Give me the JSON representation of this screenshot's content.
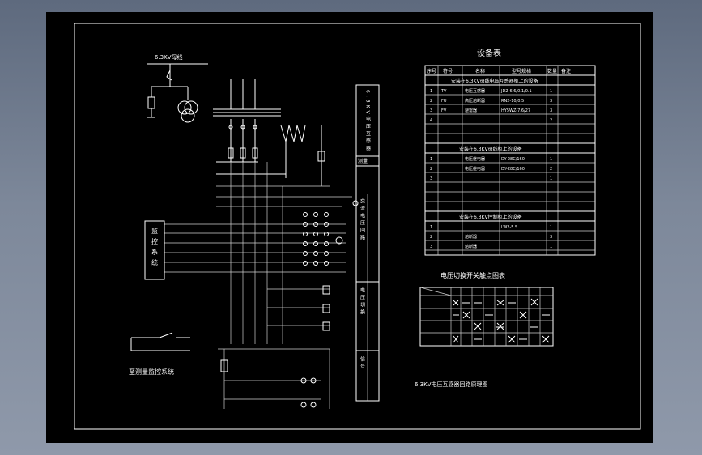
{
  "colors": {
    "background": "#7d889a",
    "sheet": "#000000",
    "line": "#ffffff"
  },
  "circuit": {
    "bus_label": "6.3KV母线",
    "monitor_box": "监控系统",
    "right_panel_main": "6.3KV电压互感器",
    "right_panel_sub1": "测量",
    "right_panel_sub2": "交流电压回路",
    "right_panel_sub3": "电压切换",
    "right_panel_sub4": "信号",
    "left_note": "至测量监控系统"
  },
  "equipment_table": {
    "title": "设备表",
    "headers": [
      "序号",
      "符号",
      "名称",
      "型号规格",
      "数量",
      "备注"
    ],
    "section1_title": "安装在6.3KV母线电压互感器柜上的设备",
    "section1_rows": [
      [
        "1",
        "TV",
        "电压互感器",
        "JDZ-6 6/0.1/0.1",
        "1",
        ""
      ],
      [
        "2",
        "FU",
        "高压熔断器",
        "RN2-10/0.5",
        "3",
        ""
      ],
      [
        "3",
        "FV",
        "避雷器",
        "HY5WZ-7.6/27",
        "3",
        ""
      ],
      [
        "4",
        "",
        "",
        "",
        "2",
        ""
      ]
    ],
    "section2_title": "安装在6.3KV母线柜上的设备",
    "section2_rows": [
      [
        "1",
        "",
        "电压继电器",
        "DY-28C/160",
        "1",
        ""
      ],
      [
        "2",
        "",
        "电压继电器",
        "DY-28C/160",
        "2",
        ""
      ],
      [
        "3",
        "",
        "",
        "",
        "1",
        ""
      ]
    ],
    "section3_title": "安装在6.3KV控制柜上的设备",
    "section3_rows": [
      [
        "1",
        "",
        "",
        "LW2-5.5",
        "1",
        ""
      ],
      [
        "2",
        "",
        "熔断器",
        "",
        "3",
        ""
      ],
      [
        "3",
        "",
        "熔断器",
        "",
        "1",
        ""
      ]
    ]
  },
  "switch_table": {
    "title": "电压切换开关触点图表"
  },
  "drawing_caption": "6.3KV电压互感器回路原理图"
}
